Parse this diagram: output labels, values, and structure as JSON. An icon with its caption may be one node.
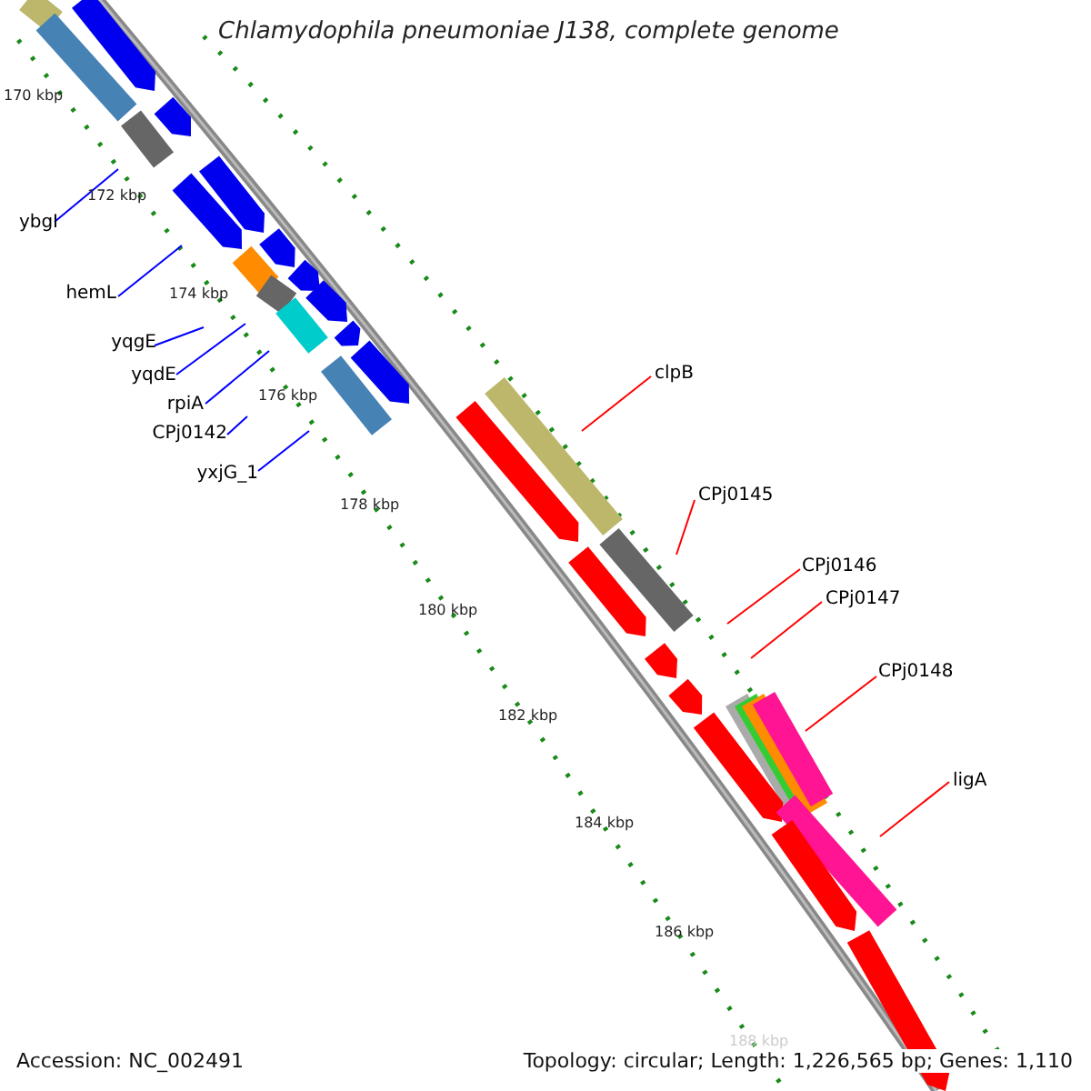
{
  "diagram": {
    "title": "Chlamydophila pneumoniae J138, complete genome",
    "nodes": [
      {
        "text": [
          "ybgI"
        ]
      },
      {
        "text": [
          "hemL"
        ]
      },
      {
        "text": [
          "yqgE"
        ]
      },
      {
        "text": [
          "yqdE"
        ]
      },
      {
        "text": [
          "rpiA"
        ]
      },
      {
        "text": [
          "CPj0142"
        ]
      },
      {
        "text": [
          "yxjG_1"
        ]
      },
      {
        "text": [
          "clpB"
        ]
      },
      {
        "text": [
          "CPj0145"
        ]
      },
      {
        "text": [
          "CPj0146"
        ]
      },
      {
        "text": [
          "CPj0147"
        ]
      },
      {
        "text": [
          "CPj0148"
        ]
      },
      {
        "text": [
          "ligA"
        ]
      }
    ],
    "edges": [
      {
        "from": 0,
        "to": null,
        "arrow": "none"
      },
      {
        "from": 1,
        "to": null,
        "arrow": "none"
      },
      {
        "from": 2,
        "to": null,
        "arrow": "none"
      },
      {
        "from": 3,
        "to": null,
        "arrow": "none"
      },
      {
        "from": 4,
        "to": null,
        "arrow": "none"
      },
      {
        "from": 5,
        "to": null,
        "arrow": "none"
      },
      {
        "from": 6,
        "to": null,
        "arrow": "none"
      },
      {
        "from": 7,
        "to": null,
        "arrow": "none",
        "color": "#ff0000"
      },
      {
        "from": 8,
        "to": null,
        "arrow": "none",
        "color": "#ff0000"
      },
      {
        "from": 9,
        "to": null,
        "arrow": "none",
        "color": "#ff0000"
      },
      {
        "from": 10,
        "to": null,
        "arrow": "none",
        "color": "#ff0000"
      },
      {
        "from": 11,
        "to": null,
        "arrow": "none",
        "color": "#ff0000"
      },
      {
        "from": 12,
        "to": null,
        "arrow": "none",
        "color": "#ff0000"
      }
    ],
    "labels": [
      "170 kbp",
      "172 kbp",
      "174 kbp",
      "176 kbp",
      "178 kbp",
      "180 kbp",
      "182 kbp",
      "184 kbp",
      "186 kbp",
      "188 kbp",
      "Accession: NC_002491",
      "Topology: circular; Length: 1,226,565 bp; Genes: 1,110"
    ]
  }
}
